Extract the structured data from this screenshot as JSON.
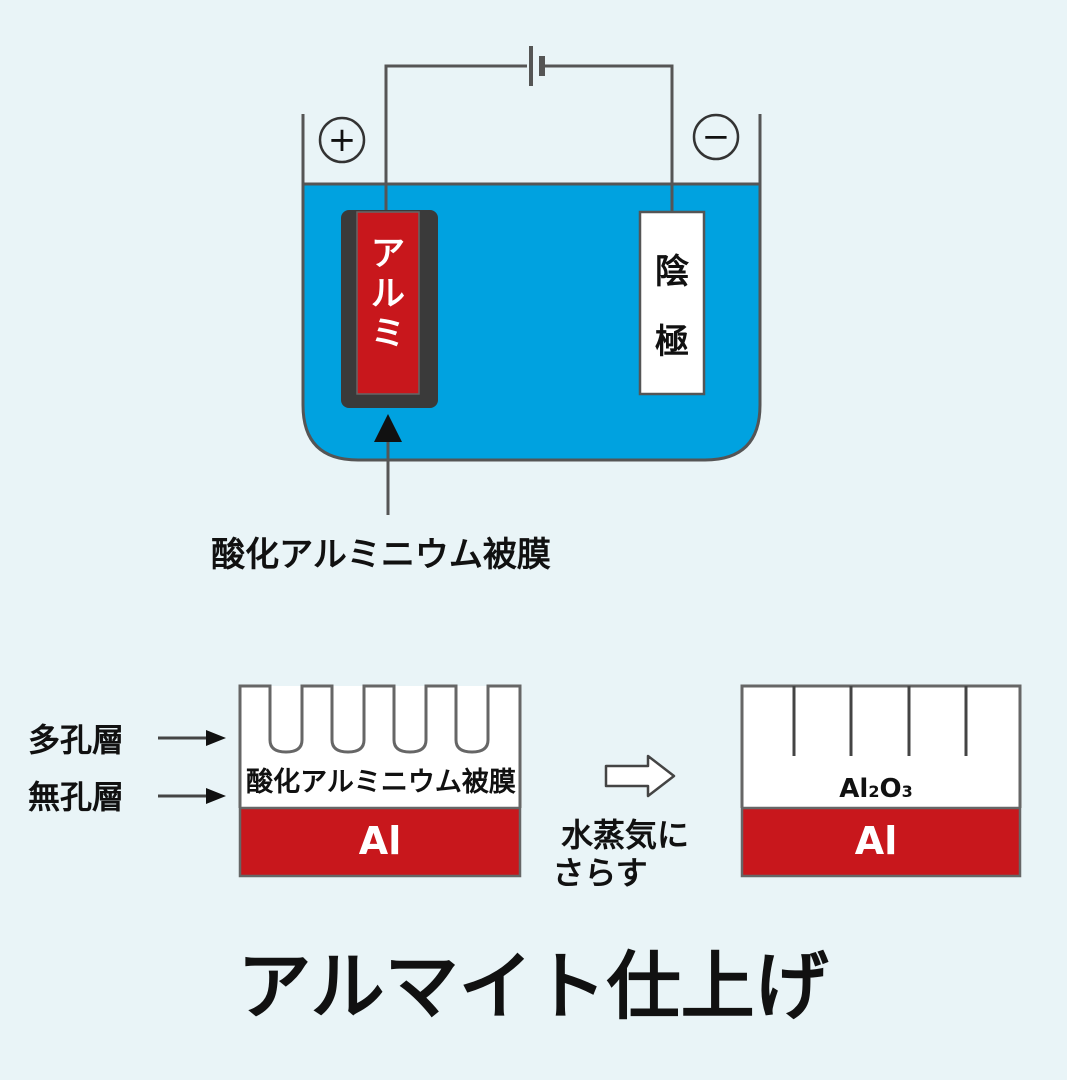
{
  "electrolysis": {
    "anode_sign": "+",
    "cathode_sign": "−",
    "anode_label": [
      "ア",
      "ル",
      "ミ"
    ],
    "cathode_label": [
      "陰",
      "極"
    ],
    "film_caption": "酸化アルミニウム被膜"
  },
  "film_structure": {
    "porous_layer_label": "多孔層",
    "nonporous_layer_label": "無孔層",
    "film_label": "酸化アルミニウム被膜",
    "base_metal_label": "Al",
    "process_label_line1": "水蒸気に",
    "process_label_line2": "さらす",
    "sealed_film_label": "Al",
    "sealed_film_sub1": "2",
    "sealed_film_mid": "O",
    "sealed_film_sub2": "3",
    "sealed_base_metal_label": "Al"
  },
  "title": "アルマイト仕上げ",
  "colors": {
    "background": "#e9f4f7",
    "electrolyte": "#00a2e0",
    "aluminum": "#c8171c",
    "line": "#555555"
  }
}
